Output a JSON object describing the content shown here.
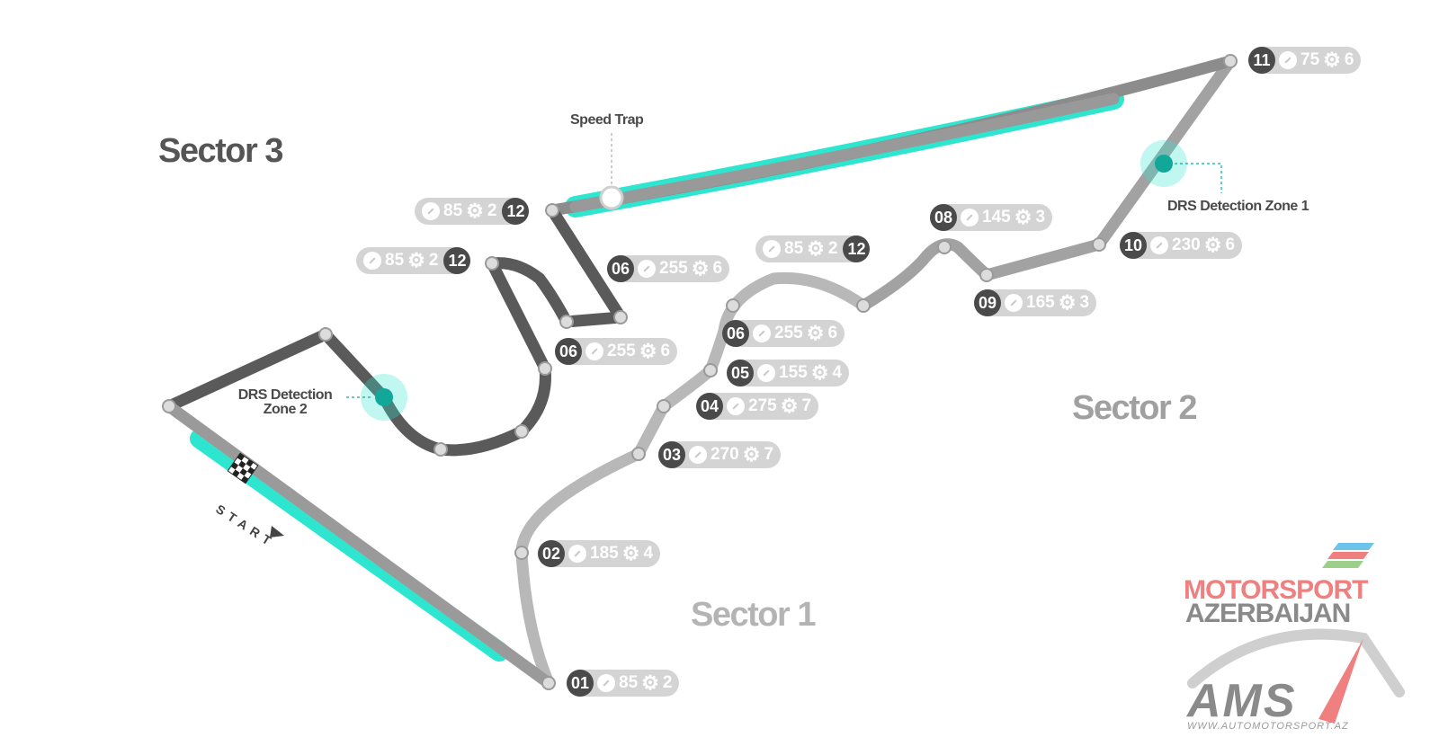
{
  "sectors": {
    "sector1": {
      "label": "Sector 1",
      "color": "#b4b4b4"
    },
    "sector2": {
      "label": "Sector 2",
      "color": "#a0a0a0"
    },
    "sector3": {
      "label": "Sector 3",
      "color": "#555555"
    }
  },
  "annotations": {
    "speed_trap": "Speed Trap",
    "drs_zone_1": "DRS Detection Zone 1",
    "drs_zone_2_line1": "DRS Detection",
    "drs_zone_2_line2": "Zone 2",
    "start": "START"
  },
  "colors": {
    "drs_zone": "#2ee6d0",
    "drs_marker": "#11a89a",
    "number_badge": "#4a4a4a",
    "info_pill": "#d4d4d4"
  },
  "corners": [
    {
      "id": "c01",
      "number": "01",
      "speed": "85",
      "gear": "2"
    },
    {
      "id": "c02",
      "number": "02",
      "speed": "185",
      "gear": "4"
    },
    {
      "id": "c03",
      "number": "03",
      "speed": "270",
      "gear": "7"
    },
    {
      "id": "c04",
      "number": "04",
      "speed": "275",
      "gear": "7"
    },
    {
      "id": "c05",
      "number": "05",
      "speed": "155",
      "gear": "4"
    },
    {
      "id": "c06",
      "number": "06",
      "speed": "255",
      "gear": "6"
    },
    {
      "id": "c12a",
      "number": "12",
      "speed": "85",
      "gear": "2"
    },
    {
      "id": "c08",
      "number": "08",
      "speed": "145",
      "gear": "3"
    },
    {
      "id": "c09",
      "number": "09",
      "speed": "165",
      "gear": "3"
    },
    {
      "id": "c10",
      "number": "10",
      "speed": "230",
      "gear": "6"
    },
    {
      "id": "c11",
      "number": "11",
      "speed": "75",
      "gear": "6"
    },
    {
      "id": "c12b",
      "number": "12",
      "speed": "85",
      "gear": "2"
    },
    {
      "id": "c06b",
      "number": "06",
      "speed": "255",
      "gear": "6"
    },
    {
      "id": "c12c",
      "number": "12",
      "speed": "85",
      "gear": "2"
    },
    {
      "id": "c06c",
      "number": "06",
      "speed": "255",
      "gear": "6"
    }
  ],
  "logo": {
    "line1": "MOTORSPORT",
    "line2": "AZERBAIJAN",
    "mark": "AMS",
    "url": "WWW.AUTOMOTORSPORT.AZ"
  }
}
